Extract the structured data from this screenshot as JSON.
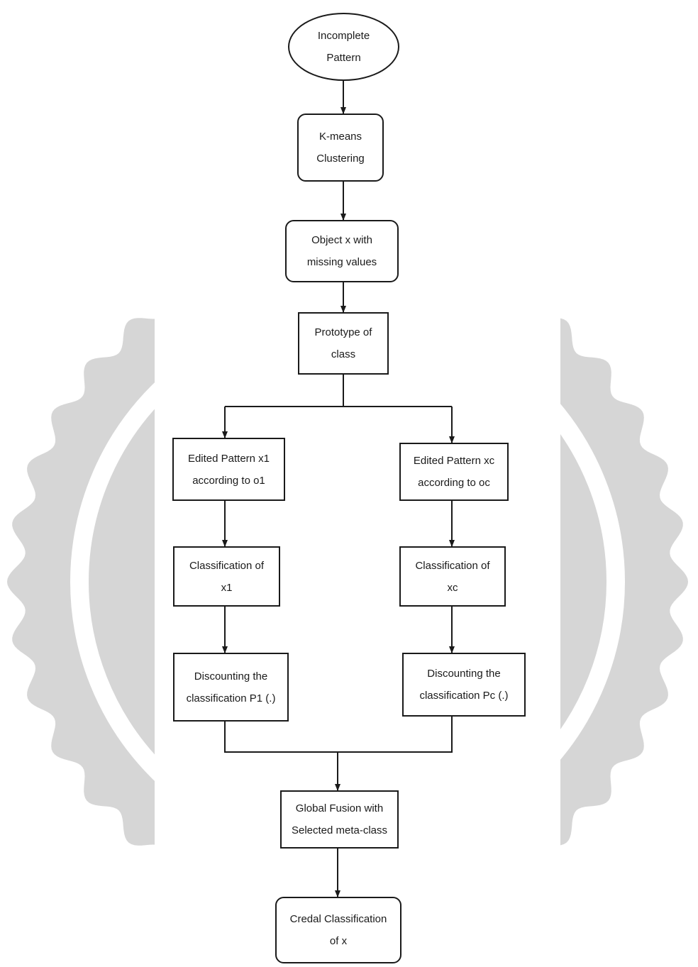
{
  "colors": {
    "stroke": "#1a1a1a",
    "watermark": "#d6d6d6",
    "watermark_ring": "#ffffff",
    "background": "#ffffff"
  },
  "nodes": {
    "start": [
      "Incomplete",
      "Pattern"
    ],
    "kmeans": [
      "K-means",
      "Clustering"
    ],
    "object": [
      "Object x with",
      "missing values"
    ],
    "prototype": [
      "Prototype of",
      "class"
    ],
    "edited1": [
      "Edited Pattern x1",
      "according to o1"
    ],
    "editedc": [
      "Edited Pattern xc",
      "according to oc"
    ],
    "classify1": [
      "Classification of",
      "x1"
    ],
    "classifyc": [
      "Classification of",
      "xc"
    ],
    "discount1": [
      "Discounting the",
      "classification P1 (.)"
    ],
    "discountc": [
      "Discounting the",
      "classification Pc (.)"
    ],
    "fusion": [
      "Global Fusion with",
      "Selected meta-class"
    ],
    "credal": [
      "Credal Classification",
      "of x"
    ]
  }
}
